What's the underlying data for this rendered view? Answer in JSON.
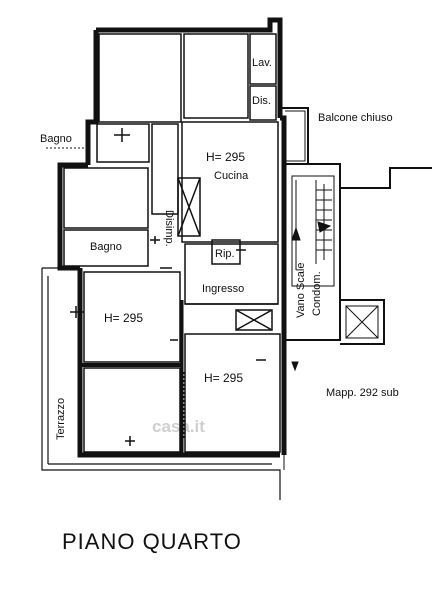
{
  "plan": {
    "title": "PIANO QUARTO",
    "rooms": {
      "lav": "Lav.",
      "dis": "Dis.",
      "balcone": "Balcone chiuso",
      "bagno_label_out": "Bagno",
      "bagno_in": "Bagno",
      "disimp": "Disimp.",
      "cucina_h": "H= 295",
      "cucina": "Cucina",
      "rip": "Rip.",
      "ingresso": "Ingresso",
      "room1_h": "H= 295",
      "room2_h": "H= 295",
      "vano_scale": "Vano Scale",
      "condom": "Condom.",
      "mapp": "Mapp. 292 sub",
      "terrazzo": "Terrazzo"
    },
    "watermark": "casa.it",
    "colors": {
      "line": "#111111",
      "fill": "#ffffff"
    }
  }
}
